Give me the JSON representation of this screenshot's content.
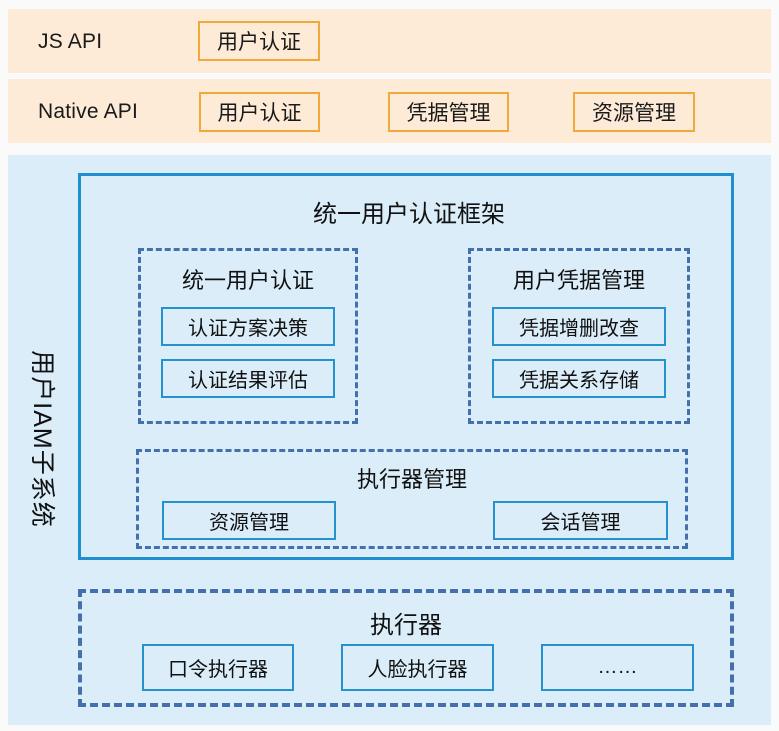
{
  "api_layers": [
    {
      "id": "js-api",
      "label": "JS API",
      "chips": [
        {
          "label": "用户认证"
        }
      ]
    },
    {
      "id": "native-api",
      "label": "Native API",
      "chips": [
        {
          "label": "用户认证"
        },
        {
          "label": "凭据管理"
        },
        {
          "label": "资源管理"
        }
      ]
    }
  ],
  "subsystem": {
    "side_label": "用户IAM子系统",
    "framework": {
      "title": "统一用户认证框架",
      "groups": [
        {
          "title": "统一用户认证",
          "units": [
            {
              "label": "认证方案决策"
            },
            {
              "label": "认证结果评估"
            }
          ]
        },
        {
          "title": "用户凭据管理",
          "units": [
            {
              "label": "凭据增删改查"
            },
            {
              "label": "凭据关系存储"
            }
          ]
        },
        {
          "title": "执行器管理",
          "units": [
            {
              "label": "资源管理"
            },
            {
              "label": "会话管理"
            }
          ]
        }
      ]
    },
    "executor": {
      "title": "执行器",
      "units": [
        {
          "label": "口令执行器"
        },
        {
          "label": "人脸执行器"
        },
        {
          "label": "……"
        }
      ]
    }
  },
  "colors": {
    "api_band_bg": "#fdebd7",
    "api_chip_border": "#f0aa3c",
    "panel_bg": "#daedf9",
    "solid_border": "#1f8fd0",
    "unit_border": "#2492ce",
    "dashed_border": "#4471ad",
    "page_bg": "#fafafa",
    "text": "#111111"
  }
}
